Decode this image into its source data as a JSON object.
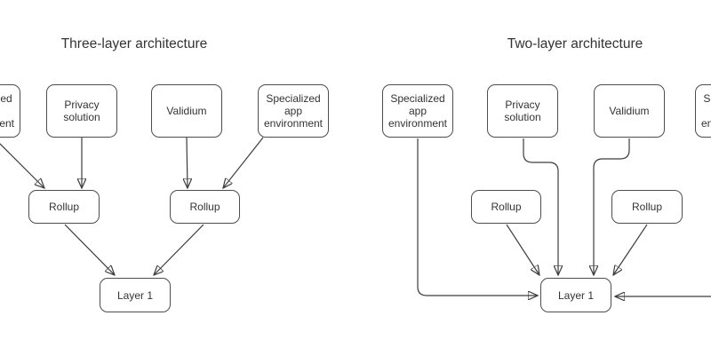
{
  "diagrams": [
    {
      "title": "Three-layer architecture",
      "nodes": [
        {
          "id": "cutoff-left",
          "label": "Specialized app environment"
        },
        {
          "id": "privacy-solution",
          "label": "Privacy solution"
        },
        {
          "id": "validium",
          "label": "Validium"
        },
        {
          "id": "specialized-app-env",
          "label": "Specialized app environment"
        },
        {
          "id": "rollup-left",
          "label": "Rollup"
        },
        {
          "id": "rollup-right",
          "label": "Rollup"
        },
        {
          "id": "layer-1",
          "label": "Layer 1"
        }
      ],
      "edges": [
        {
          "from": "Specialized app environment (offscreen left)",
          "to": "Rollup (left)"
        },
        {
          "from": "Privacy solution",
          "to": "Rollup (left)"
        },
        {
          "from": "Validium",
          "to": "Rollup (right)"
        },
        {
          "from": "Specialized app environment",
          "to": "Rollup (right)"
        },
        {
          "from": "Rollup (left)",
          "to": "Layer 1"
        },
        {
          "from": "Rollup (right)",
          "to": "Layer 1"
        }
      ]
    },
    {
      "title": "Two-layer architecture",
      "nodes": [
        {
          "id": "specialized-app-env",
          "label": "Specialized app environment"
        },
        {
          "id": "privacy-solution",
          "label": "Privacy solution"
        },
        {
          "id": "validium",
          "label": "Validium"
        },
        {
          "id": "cutoff-right",
          "label": "Specialized app environment"
        },
        {
          "id": "rollup-left",
          "label": "Rollup"
        },
        {
          "id": "rollup-right",
          "label": "Rollup"
        },
        {
          "id": "layer-1",
          "label": "Layer 1"
        }
      ],
      "edges": [
        {
          "from": "Specialized app environment",
          "to": "Layer 1"
        },
        {
          "from": "Privacy solution",
          "to": "Layer 1"
        },
        {
          "from": "Validium",
          "to": "Layer 1"
        },
        {
          "from": "Rollup (left)",
          "to": "Layer 1"
        },
        {
          "from": "Rollup (right)",
          "to": "Layer 1"
        },
        {
          "from": "Specialized app environment (offscreen right)",
          "to": "Layer 1"
        }
      ]
    }
  ],
  "colors": {
    "background": "#ffffff",
    "node_fill": "#ffffff",
    "node_border": "#4d4d4d",
    "edge_stroke": "#3c3c3c",
    "text": "#333333"
  }
}
